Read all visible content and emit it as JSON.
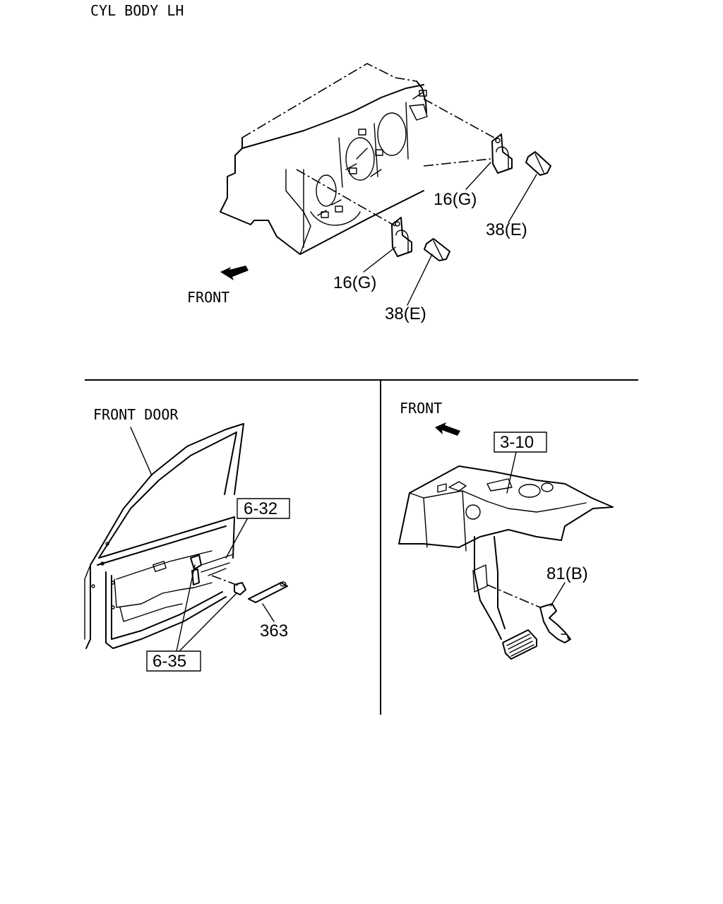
{
  "top_panel": {
    "title": "CYL BODY LH",
    "front_label": "FRONT",
    "callouts": {
      "bracket_upper": "16(G)",
      "bolt_upper": "38(E)",
      "bracket_lower": "16(G)",
      "bolt_lower": "38(E)"
    }
  },
  "left_panel": {
    "title": "FRONT DOOR",
    "callouts": {
      "ref_box_top": "6-32",
      "ref_box_bottom": "6-35",
      "part": "363"
    }
  },
  "right_panel": {
    "front_label": "FRONT",
    "callouts": {
      "ref_box": "3-10",
      "part": "81(B)"
    }
  }
}
